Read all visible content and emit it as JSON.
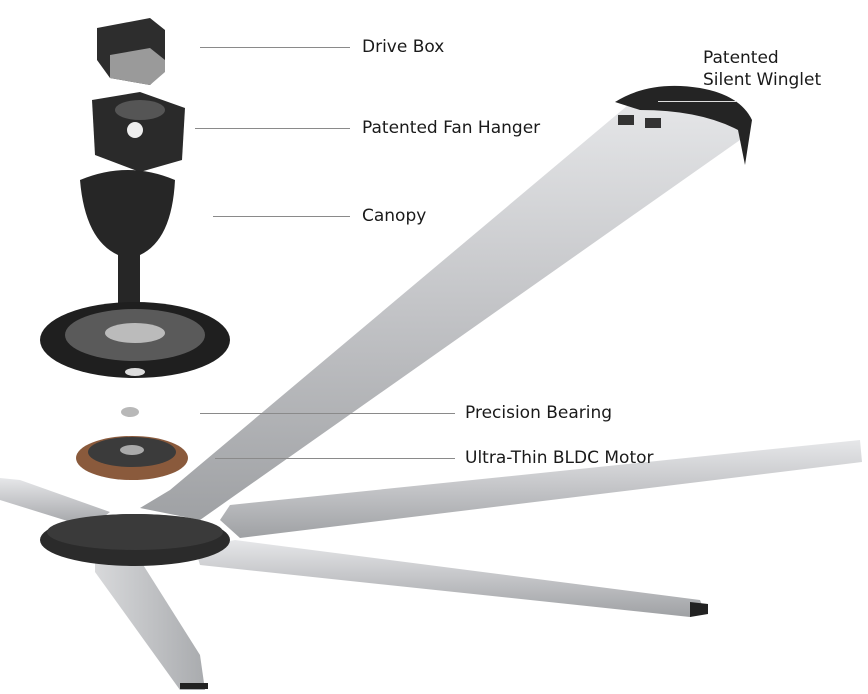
{
  "labels": {
    "drive_box": "Drive Box",
    "fan_hanger": "Patented Fan Hanger",
    "canopy": "Canopy",
    "winglet_line1": "Patented",
    "winglet_line2": "Silent Winglet",
    "bearing": "Precision Bearing",
    "motor": "Ultra-Thin BLDC Motor"
  },
  "colors": {
    "blade": "#c9cacc",
    "dark_part": "#2a2a2a",
    "leader_line": "#8a8a8a"
  }
}
